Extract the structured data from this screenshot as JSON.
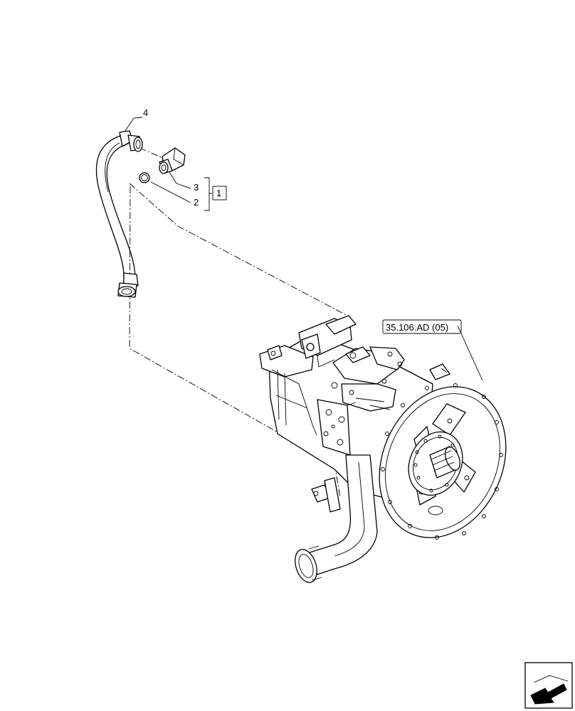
{
  "diagram": {
    "callouts": {
      "item_4": "4",
      "item_3": "3",
      "item_2": "2",
      "group": "1"
    },
    "reference_label": "35.106.AD (05)",
    "nav_icon": "next-page-arrow-icon"
  }
}
